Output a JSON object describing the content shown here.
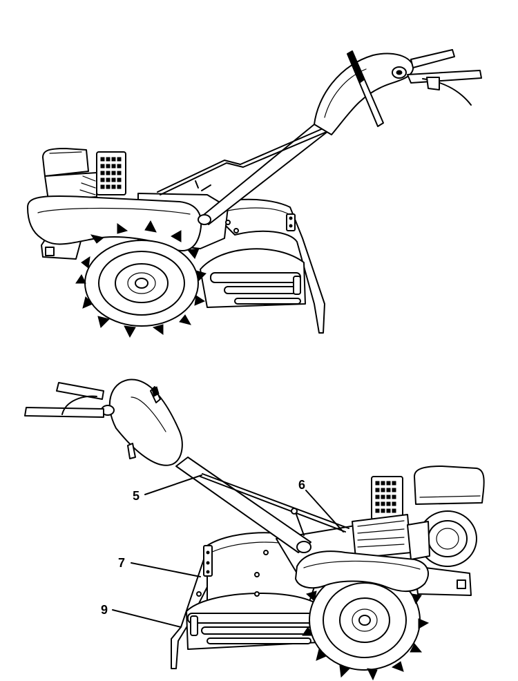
{
  "callouts": [
    {
      "id": "5",
      "label": "5"
    },
    {
      "id": "6",
      "label": "6"
    },
    {
      "id": "7",
      "label": "7"
    },
    {
      "id": "9",
      "label": "9"
    }
  ]
}
